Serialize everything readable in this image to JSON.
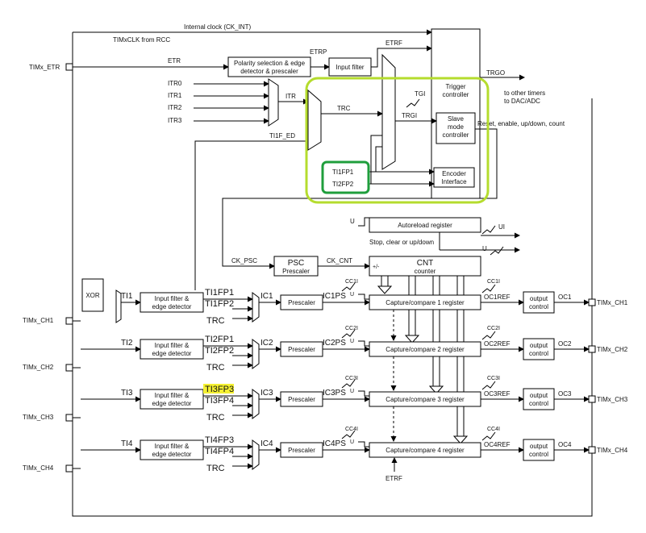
{
  "inputs": {
    "etr_pin": "TIMx_ETR",
    "ch1": "TIMx_CH1",
    "ch2": "TIMx_CH2",
    "ch3": "TIMx_CH3",
    "ch4": "TIMx_CH4"
  },
  "outputs": {
    "ch1": "TIMx_CH1",
    "ch2": "TIMx_CH2",
    "ch3": "TIMx_CH3",
    "ch4": "TIMx_CH4"
  },
  "top": {
    "internal_clock": "Internal clock (CK_INT)",
    "timxclk": "TIMxCLK from RCC",
    "etr": "ETR",
    "etrp": "ETRP",
    "etrf": "ETRF",
    "polarity_line1": "Polarity selection & edge",
    "polarity_line2": "detector & prescaler",
    "input_filter": "Input filter",
    "itr0": "ITR0",
    "itr1": "ITR1",
    "itr2": "ITR2",
    "itr3": "ITR3",
    "itr": "ITR",
    "trc": "TRC",
    "ti1f_ed": "TI1F_ED",
    "tgi": "TGI",
    "trgi": "TRGI",
    "trgo": "TRGO",
    "other_timers_1": "to other timers",
    "other_timers_2": "to DAC/ADC",
    "trigger_line1": "Trigger",
    "trigger_line2": "controller",
    "slave_line1": "Slave",
    "slave_line2": "mode",
    "slave_line3": "controller",
    "reset_text": "Reset, enable, up/down, count",
    "encoder_line1": "Encoder",
    "encoder_line2": "Interface",
    "ti1fp1": "TI1FP1",
    "ti2fp2": "TI2FP2"
  },
  "counter": {
    "u": "U",
    "ui": "UI",
    "autoreload": "Autoreload register",
    "stop_clear": "Stop, clear or up/down",
    "ck_psc": "CK_PSC",
    "psc_title": "PSC",
    "psc_sub": "Prescaler",
    "ck_cnt": "CK_CNT",
    "plusminus": "+/-",
    "cnt_title": "CNT",
    "cnt_sub": "counter"
  },
  "channels": [
    {
      "ti": "TI1",
      "filter1": "Input filter &",
      "filter2": "edge detector",
      "fpa": "TI1FP1",
      "fpb": "TI1FP2",
      "trc": "TRC",
      "ic": "IC1",
      "prescaler": "Prescaler",
      "icps": "IC1PS",
      "cci": "CC1I",
      "u": "U",
      "capture": "Capture/compare 1 register",
      "cci_out": "CC1I",
      "ocref": "OC1REF",
      "output1": "output",
      "output2": "control",
      "oc": "OC1"
    },
    {
      "ti": "TI2",
      "filter1": "Input filter &",
      "filter2": "edge detector",
      "fpa": "TI2FP1",
      "fpb": "TI2FP2",
      "trc": "TRC",
      "ic": "IC2",
      "prescaler": "Prescaler",
      "icps": "IC2PS",
      "cci": "CC2I",
      "u": "U",
      "capture": "Capture/compare 2 register",
      "cci_out": "CC2I",
      "ocref": "OC2REF",
      "output1": "output",
      "output2": "control",
      "oc": "OC2"
    },
    {
      "ti": "TI3",
      "filter1": "Input filter &",
      "filter2": "edge detector",
      "fpa": "TI3FP3",
      "fpb": "TI3FP4",
      "trc": "TRC",
      "ic": "IC3",
      "prescaler": "Prescaler",
      "icps": "IC3PS",
      "cci": "CC3I",
      "u": "U",
      "capture": "Capture/compare 3 register",
      "cci_out": "CC3I",
      "ocref": "OC3REF",
      "output1": "output",
      "output2": "control",
      "oc": "OC3"
    },
    {
      "ti": "TI4",
      "filter1": "Input filter &",
      "filter2": "edge detector",
      "fpa": "TI4FP3",
      "fpb": "TI4FP4",
      "trc": "TRC",
      "ic": "IC4",
      "prescaler": "Prescaler",
      "icps": "IC4PS",
      "cci": "CC4I",
      "u": "U",
      "capture": "Capture/compare 4 register",
      "cci_out": "CC4I",
      "ocref": "OC4REF",
      "output1": "output",
      "output2": "control",
      "oc": "OC4"
    }
  ],
  "xor": "XOR",
  "etrf_bottom": "ETRF",
  "colors": {
    "highlight_yellow": "#f4f032",
    "outline_lime": "#b5dc2e",
    "outline_green": "#1f9e3c"
  }
}
